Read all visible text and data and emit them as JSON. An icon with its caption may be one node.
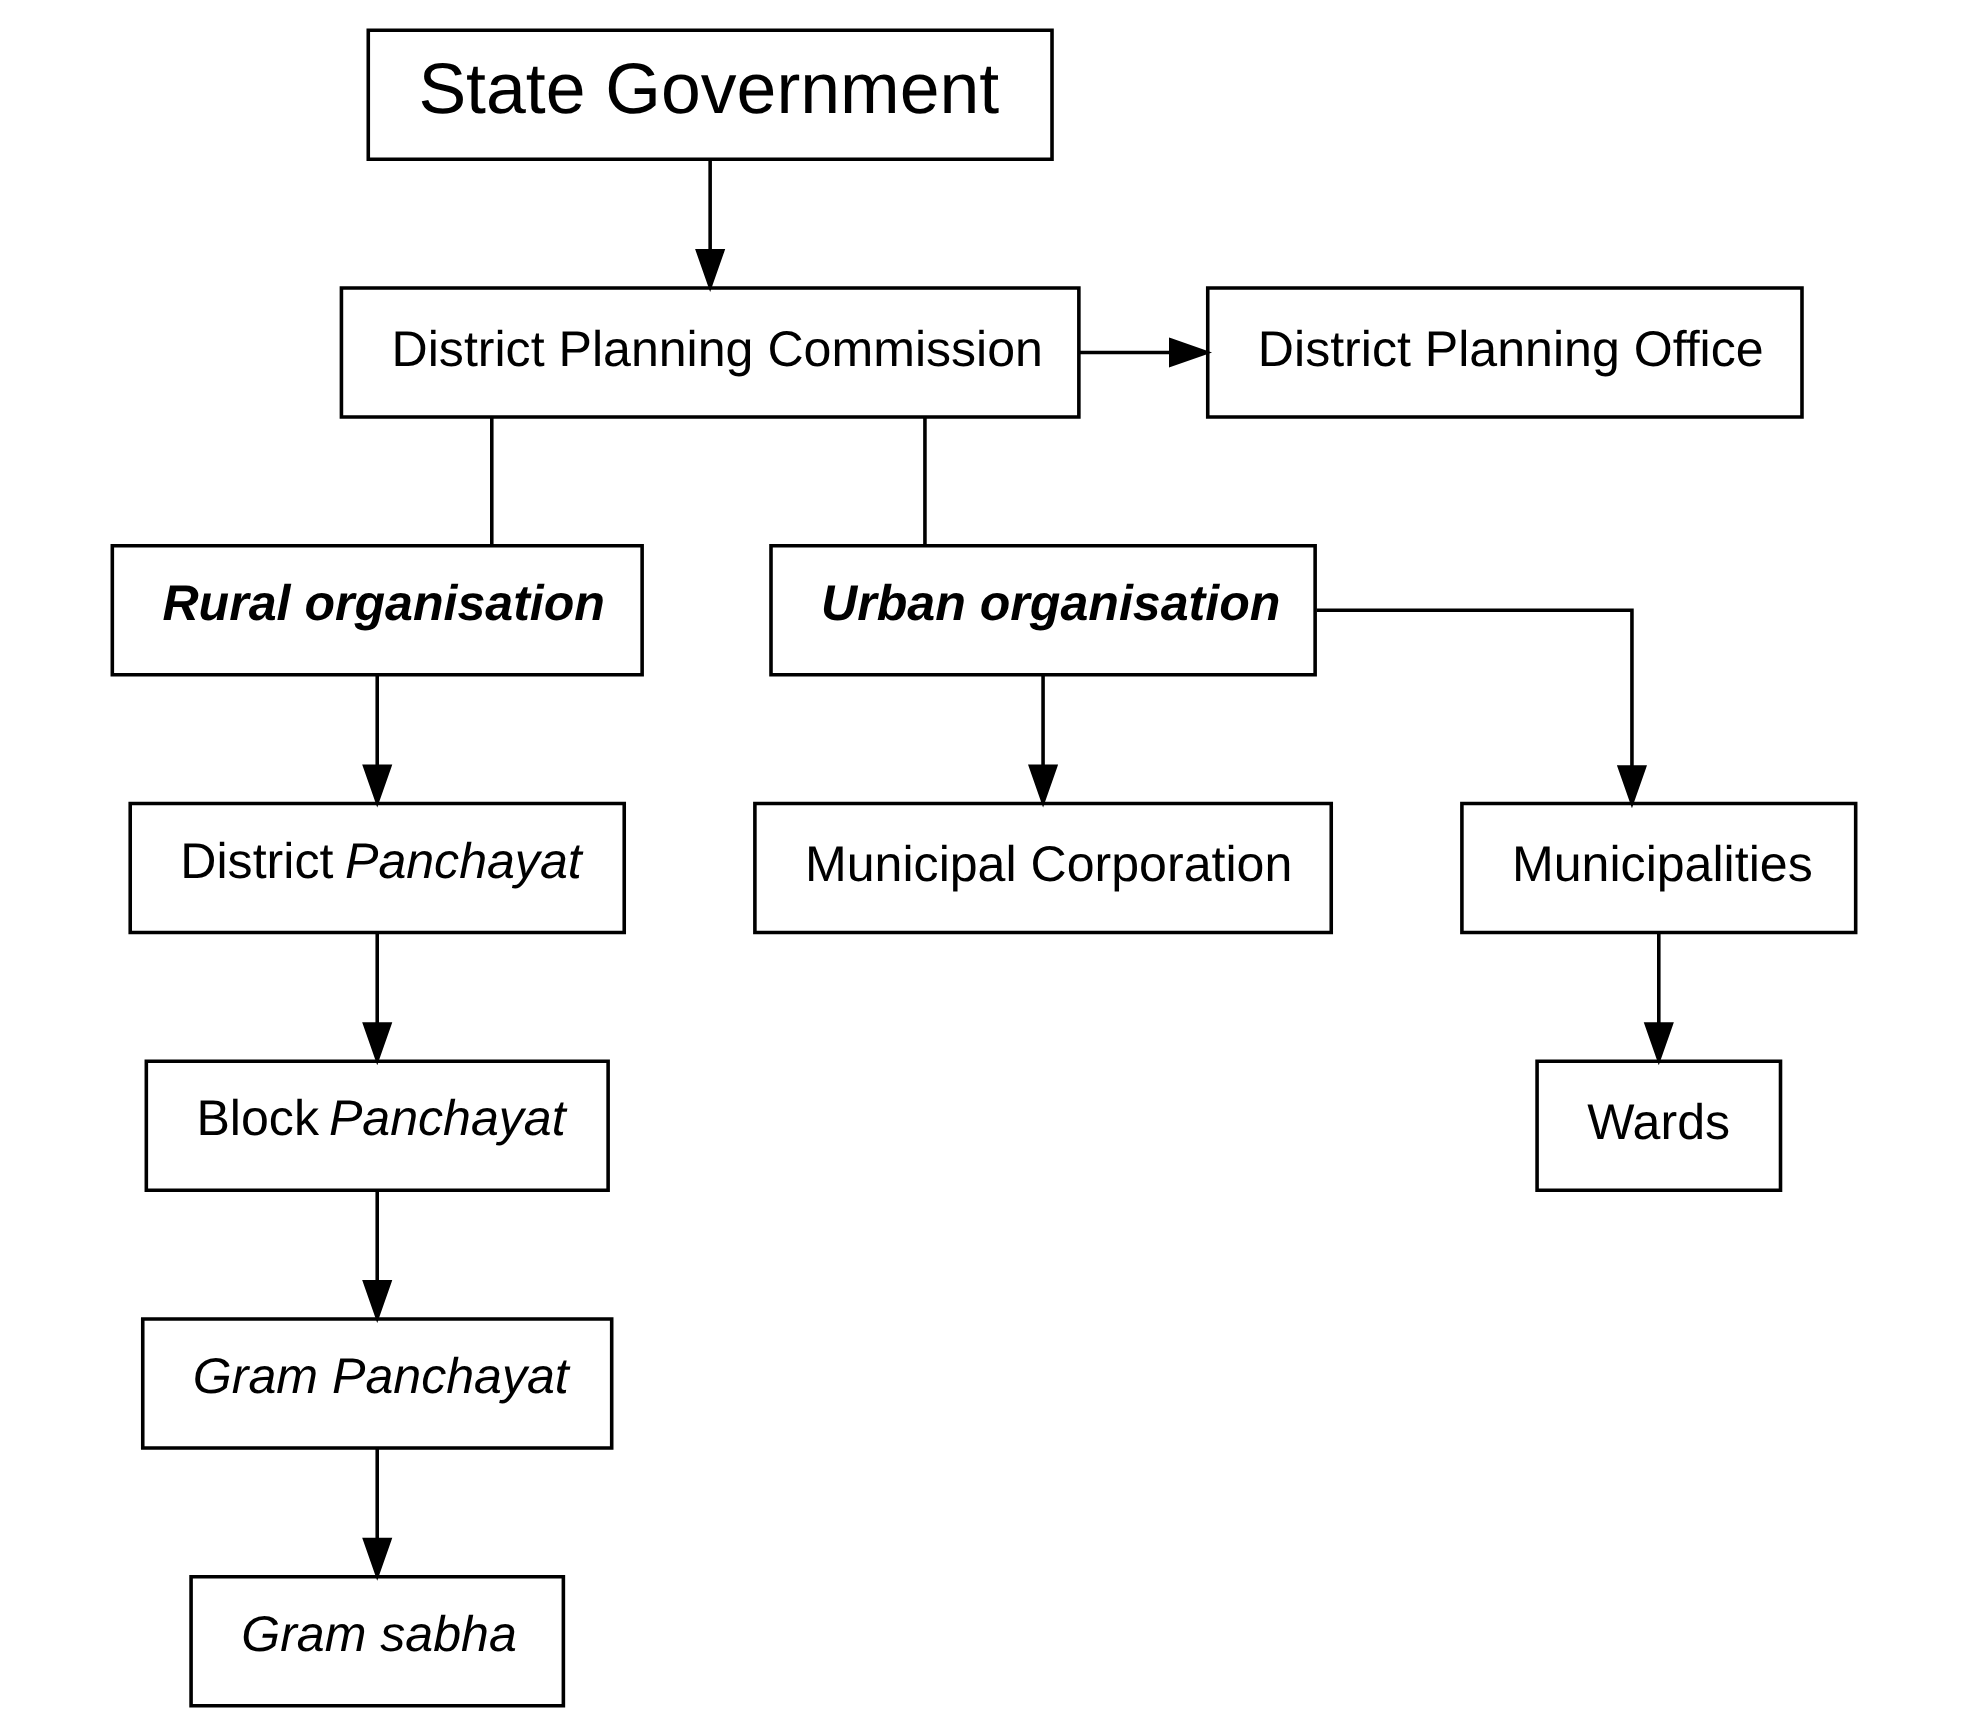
{
  "diagram": {
    "nodes": [
      {
        "text": [
          "State Government"
        ]
      },
      {
        "text": [
          "District Planning Commission"
        ]
      },
      {
        "text": [
          "District Planning Office"
        ]
      },
      {
        "text": [
          "Rural organisation"
        ]
      },
      {
        "text": [
          "Urban organisation"
        ]
      },
      {
        "text": [
          "District *Panchayat*"
        ]
      },
      {
        "text": [
          "Block *Panchayat*"
        ]
      },
      {
        "text": [
          "Gram Panchayat"
        ]
      },
      {
        "text": [
          "Gram sabha"
        ]
      },
      {
        "text": [
          "Municipal Corporation"
        ]
      },
      {
        "text": [
          "Municipalities"
        ]
      },
      {
        "text": [
          "Wards"
        ]
      }
    ],
    "edges": [
      {
        "from": 0,
        "to": 1,
        "arrow": "to"
      },
      {
        "from": 1,
        "to": 2,
        "arrow": "to"
      },
      {
        "from": 1,
        "to": 3,
        "arrow": "none"
      },
      {
        "from": 1,
        "to": 4,
        "arrow": "none"
      },
      {
        "from": 3,
        "to": 5,
        "arrow": "to"
      },
      {
        "from": 5,
        "to": 6,
        "arrow": "to"
      },
      {
        "from": 6,
        "to": 7,
        "arrow": "to"
      },
      {
        "from": 7,
        "to": 8,
        "arrow": "to"
      },
      {
        "from": 4,
        "to": 9,
        "arrow": "to"
      },
      {
        "from": 4,
        "to": 10,
        "arrow": "to"
      },
      {
        "from": 10,
        "to": 11,
        "arrow": "to"
      }
    ]
  }
}
